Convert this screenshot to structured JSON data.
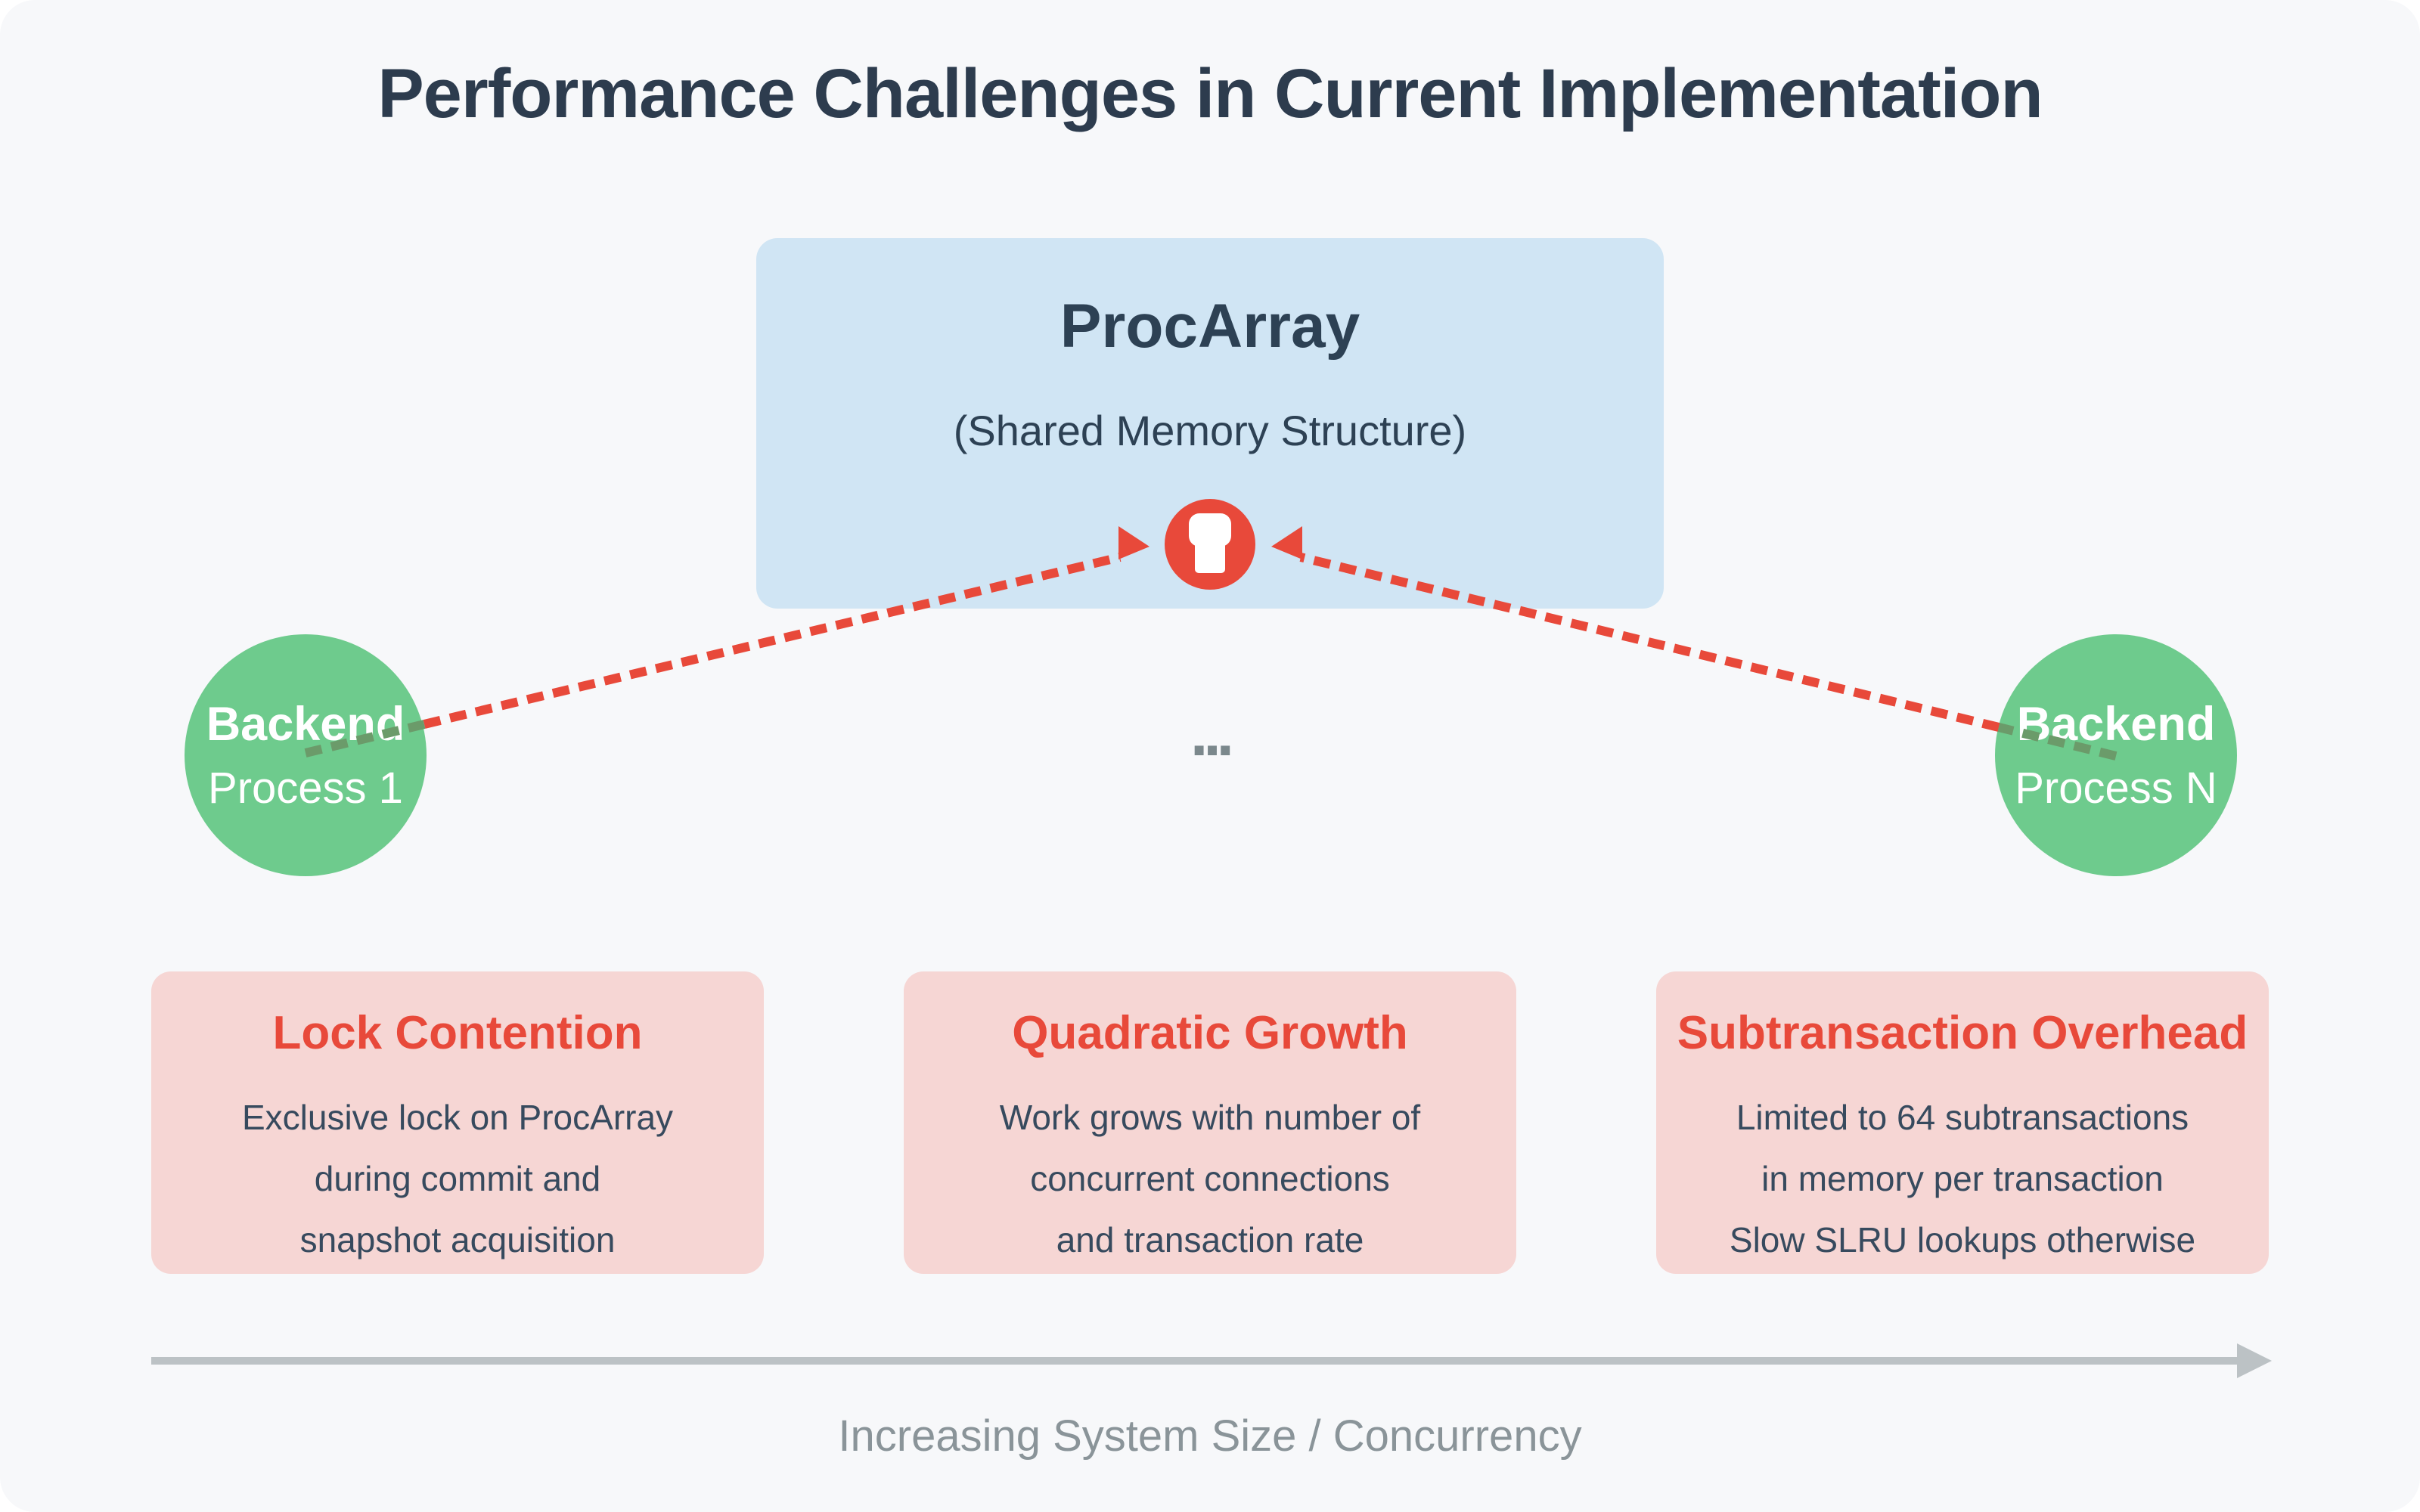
{
  "title": "Performance Challenges in Current Implementation",
  "proc_array": {
    "title": "ProcArray",
    "subtitle": "(Shared Memory Structure)",
    "icon": "lock-icon"
  },
  "backends": [
    {
      "line1": "Backend",
      "line2": "Process 1"
    },
    {
      "line1": "Backend",
      "line2": "Process N"
    }
  ],
  "ellipsis": "...",
  "challenges": [
    {
      "title": "Lock Contention",
      "lines": [
        "Exclusive lock on ProcArray",
        "during commit and",
        "snapshot acquisition"
      ]
    },
    {
      "title": "Quadratic Growth",
      "lines": [
        "Work grows with number of",
        "concurrent connections",
        "and transaction rate"
      ]
    },
    {
      "title": "Subtransaction Overhead",
      "lines": [
        "Limited to 64 subtransactions",
        "in memory per transaction",
        "Slow SLRU lookups otherwise"
      ]
    }
  ],
  "axis": {
    "label": "Increasing System Size / Concurrency"
  },
  "colors": {
    "card_background": "#f7f8fa",
    "procarray_blue": "#d0e5f4",
    "backend_green": "#6ecb8d",
    "challenge_pink": "#f6d6d4",
    "accent_red": "#e8493a",
    "title_slate": "#2d3c4e",
    "body_slate": "#374a5e",
    "axis_gray": "#bcc2c5",
    "axis_text_gray": "#8a9499"
  }
}
